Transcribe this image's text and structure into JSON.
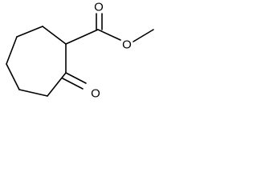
{
  "molecule": {
    "atoms": {
      "carbonyl_oxygen_top": "O",
      "ester_oxygen": "O",
      "ketone_oxygen": "O"
    }
  }
}
